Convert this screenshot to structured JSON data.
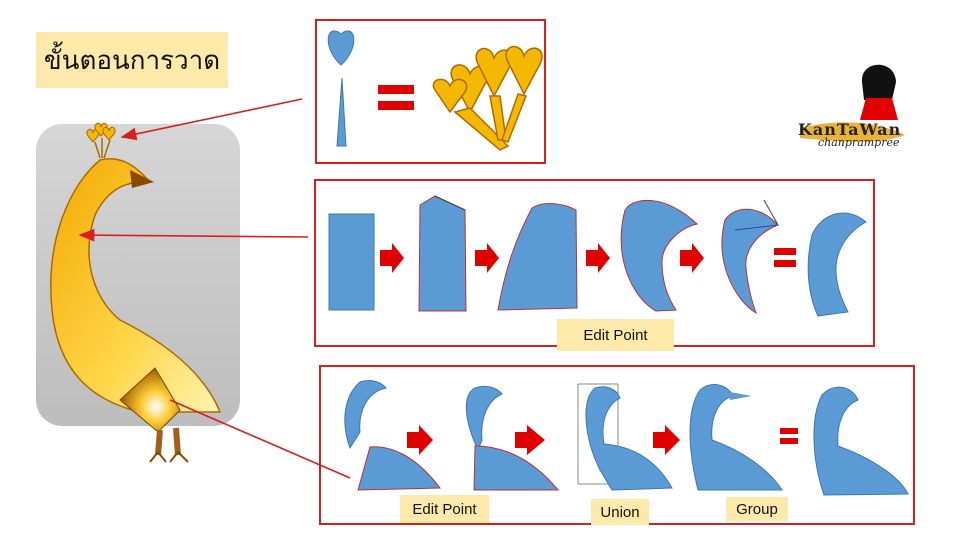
{
  "title": "ขั้นตอนการวาด",
  "labels": {
    "edit_point_1": "Edit Point",
    "edit_point_2": "Edit Point",
    "union": "Union",
    "group": "Group"
  },
  "logo": {
    "name": "KanTaWan",
    "sub": "chanprampree"
  },
  "colors": {
    "shape_blue": "#5b9bd5",
    "outline_red": "#d62020",
    "peacock_gold": "#f5b800",
    "label_bg": "#fde9a9"
  }
}
